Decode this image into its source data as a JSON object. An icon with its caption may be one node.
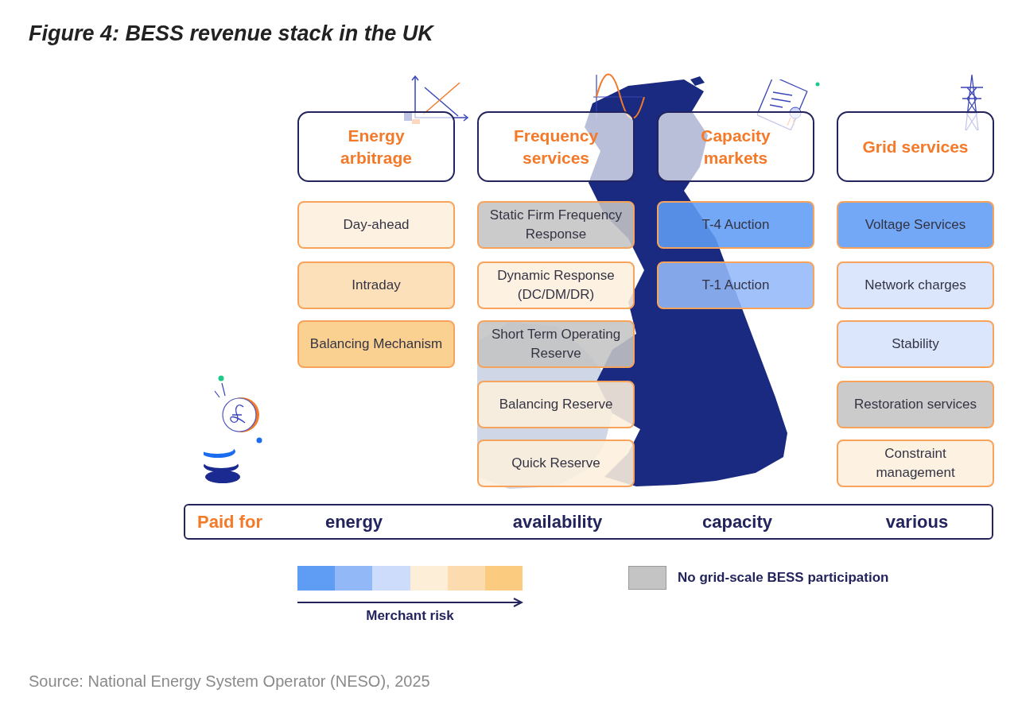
{
  "diagram": {
    "title": "Figure 4: BESS revenue stack in the UK",
    "caption": "Source: National Energy System Operator (NESO), 2025",
    "nodes": [
      {
        "text": [
          "Energy arbitrage"
        ]
      },
      {
        "text": [
          "Frequency services"
        ]
      },
      {
        "text": [
          "Capacity markets"
        ]
      },
      {
        "text": [
          "Grid services"
        ]
      },
      {
        "text": [
          "Day-ahead"
        ]
      },
      {
        "text": [
          "Intraday"
        ]
      },
      {
        "text": [
          "Balancing Mechanism"
        ]
      },
      {
        "text": [
          "Static Firm Frequency Response"
        ]
      },
      {
        "text": [
          "Dynamic Response (DC/DM/DR)"
        ]
      },
      {
        "text": [
          "Short Term Operating Reserve"
        ]
      },
      {
        "text": [
          "Balancing Reserve"
        ]
      },
      {
        "text": [
          "Quick Reserve"
        ]
      },
      {
        "text": [
          "T-4 Auction"
        ]
      },
      {
        "text": [
          "T-1 Auction"
        ]
      },
      {
        "text": [
          "Voltage Services"
        ]
      },
      {
        "text": [
          "Network charges"
        ]
      },
      {
        "text": [
          "Stability"
        ]
      },
      {
        "text": [
          "Restoration services"
        ]
      },
      {
        "text": [
          "Constraint management"
        ]
      },
      {
        "text": [
          "Paid for",
          "energy",
          "availability",
          "capacity",
          "various"
        ]
      }
    ],
    "labels": [
      "Merchant risk"
    ],
    "legend": [
      {
        "text": "No grid-scale BESS participation",
        "color": "#c4c4c4"
      }
    ]
  }
}
